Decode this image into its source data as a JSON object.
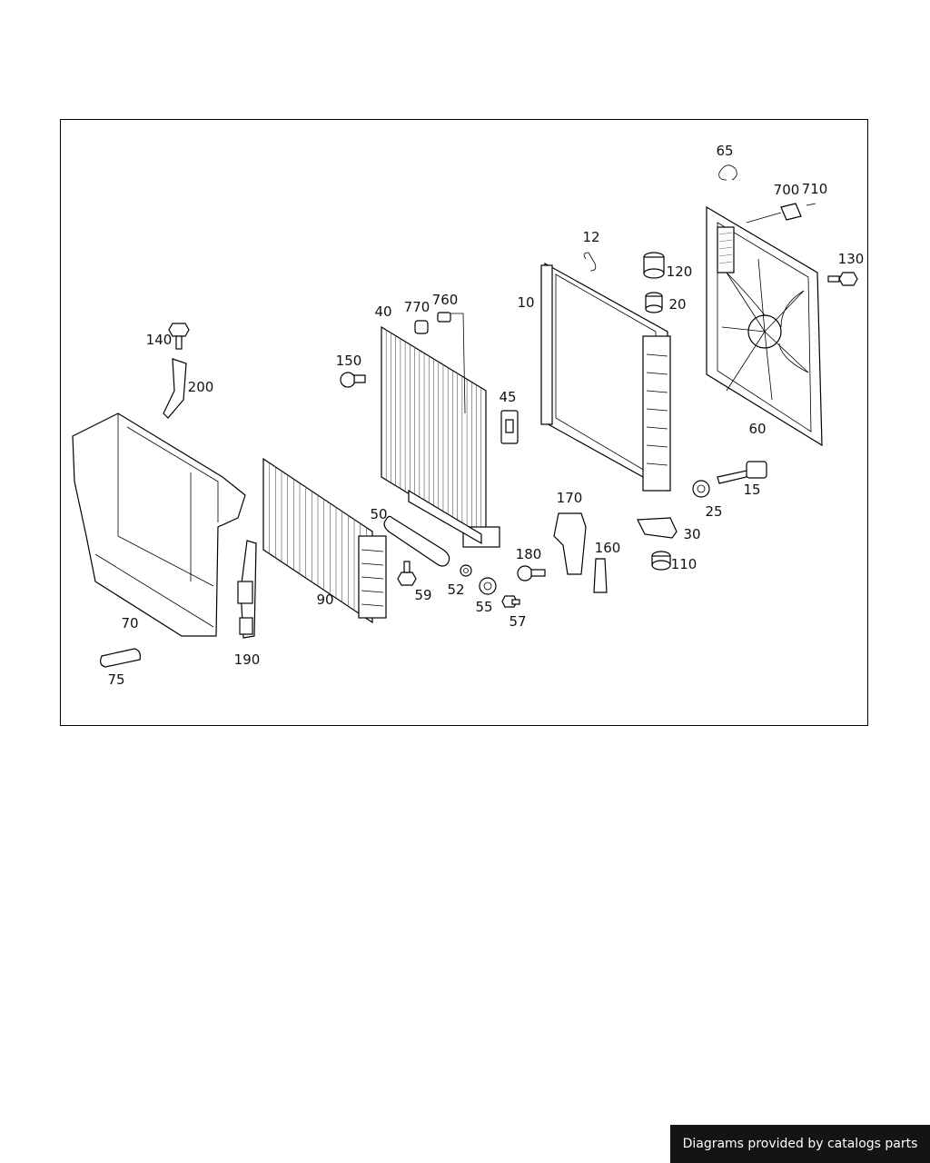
{
  "footer": {
    "credit": "Diagrams provided by catalogs parts"
  },
  "parts": [
    {
      "id": "p65",
      "label": "65"
    },
    {
      "id": "p700",
      "label": "700"
    },
    {
      "id": "p710",
      "label": "710"
    },
    {
      "id": "p130",
      "label": "130"
    },
    {
      "id": "p12",
      "label": "12"
    },
    {
      "id": "p120",
      "label": "120"
    },
    {
      "id": "p10",
      "label": "10"
    },
    {
      "id": "p20",
      "label": "20"
    },
    {
      "id": "p40",
      "label": "40"
    },
    {
      "id": "p770",
      "label": "770"
    },
    {
      "id": "p760",
      "label": "760"
    },
    {
      "id": "p140",
      "label": "140"
    },
    {
      "id": "p150",
      "label": "150"
    },
    {
      "id": "p200",
      "label": "200"
    },
    {
      "id": "p45",
      "label": "45"
    },
    {
      "id": "p60",
      "label": "60"
    },
    {
      "id": "p15",
      "label": "15"
    },
    {
      "id": "p25",
      "label": "25"
    },
    {
      "id": "p170",
      "label": "170"
    },
    {
      "id": "p50",
      "label": "50"
    },
    {
      "id": "p30",
      "label": "30"
    },
    {
      "id": "p160",
      "label": "160"
    },
    {
      "id": "p180",
      "label": "180"
    },
    {
      "id": "p110",
      "label": "110"
    },
    {
      "id": "p90",
      "label": "90"
    },
    {
      "id": "p59",
      "label": "59"
    },
    {
      "id": "p52",
      "label": "52"
    },
    {
      "id": "p55",
      "label": "55"
    },
    {
      "id": "p57",
      "label": "57"
    },
    {
      "id": "p70",
      "label": "70"
    },
    {
      "id": "p190",
      "label": "190"
    },
    {
      "id": "p75",
      "label": "75"
    }
  ]
}
